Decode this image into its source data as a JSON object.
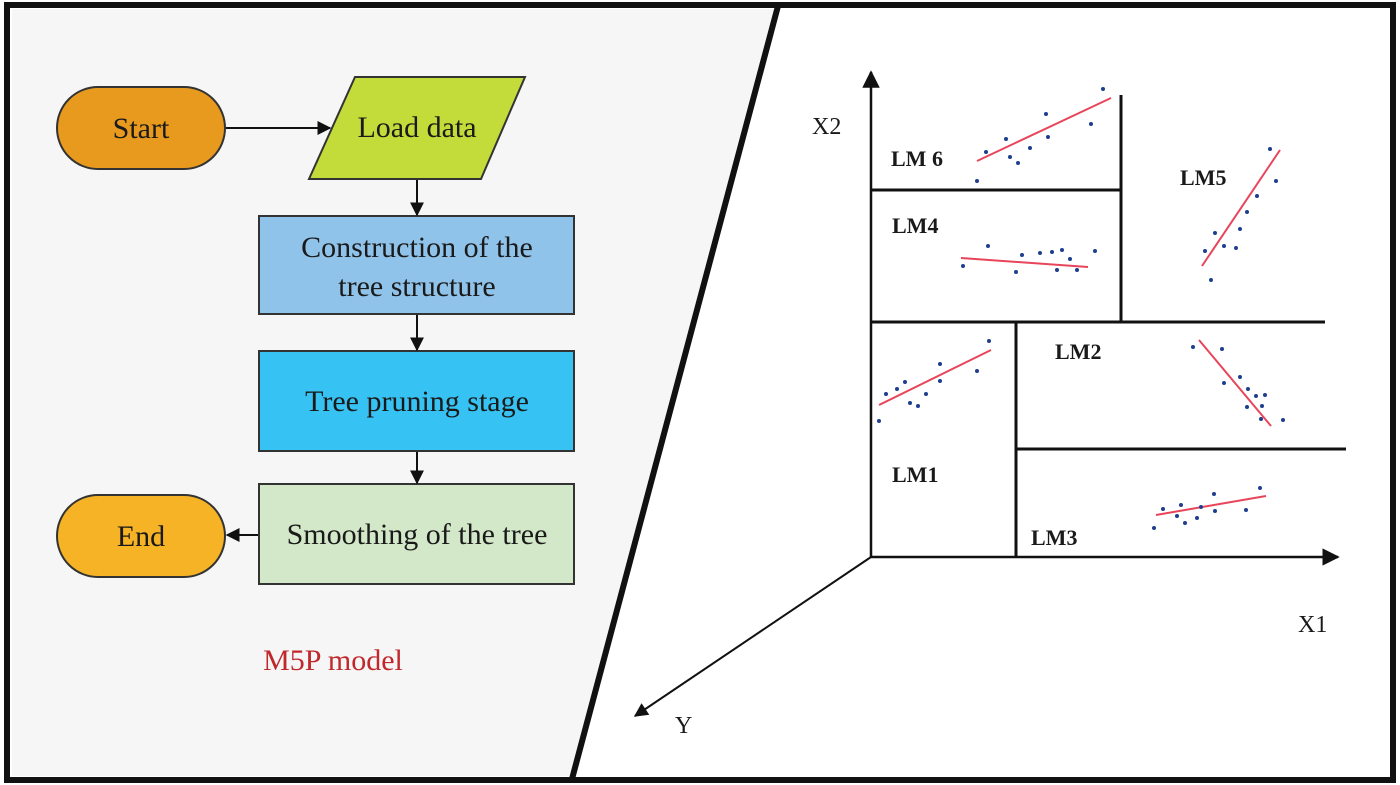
{
  "colors": {
    "frame": "#111111",
    "start_fill": "#e89a1f",
    "load_fill": "#c4dc3a",
    "construct_fill": "#8fc3ea",
    "prune_fill": "#36c2f2",
    "smooth_fill": "#d3e8c8",
    "end_fill": "#f5b325",
    "caption": "#c0282c",
    "fit_line": "#e8455a",
    "points": "#1f3e8f",
    "left_panel_bg": "#f6f6f6"
  },
  "flowchart": {
    "start": "Start",
    "load": "Load data",
    "construct_line1": "Construction of the",
    "construct_line2": "tree structure",
    "prune": "Tree pruning stage",
    "smooth": "Smoothing of the tree",
    "end": "End",
    "caption": "M5P model"
  },
  "plot": {
    "x_axis": "X1",
    "y_axis": "X2",
    "depth_axis": "Y",
    "regions": {
      "lm1": "LM1",
      "lm2": "LM2",
      "lm3": "LM3",
      "lm4": "LM4",
      "lm5": "LM5",
      "lm6": "LM 6"
    }
  }
}
